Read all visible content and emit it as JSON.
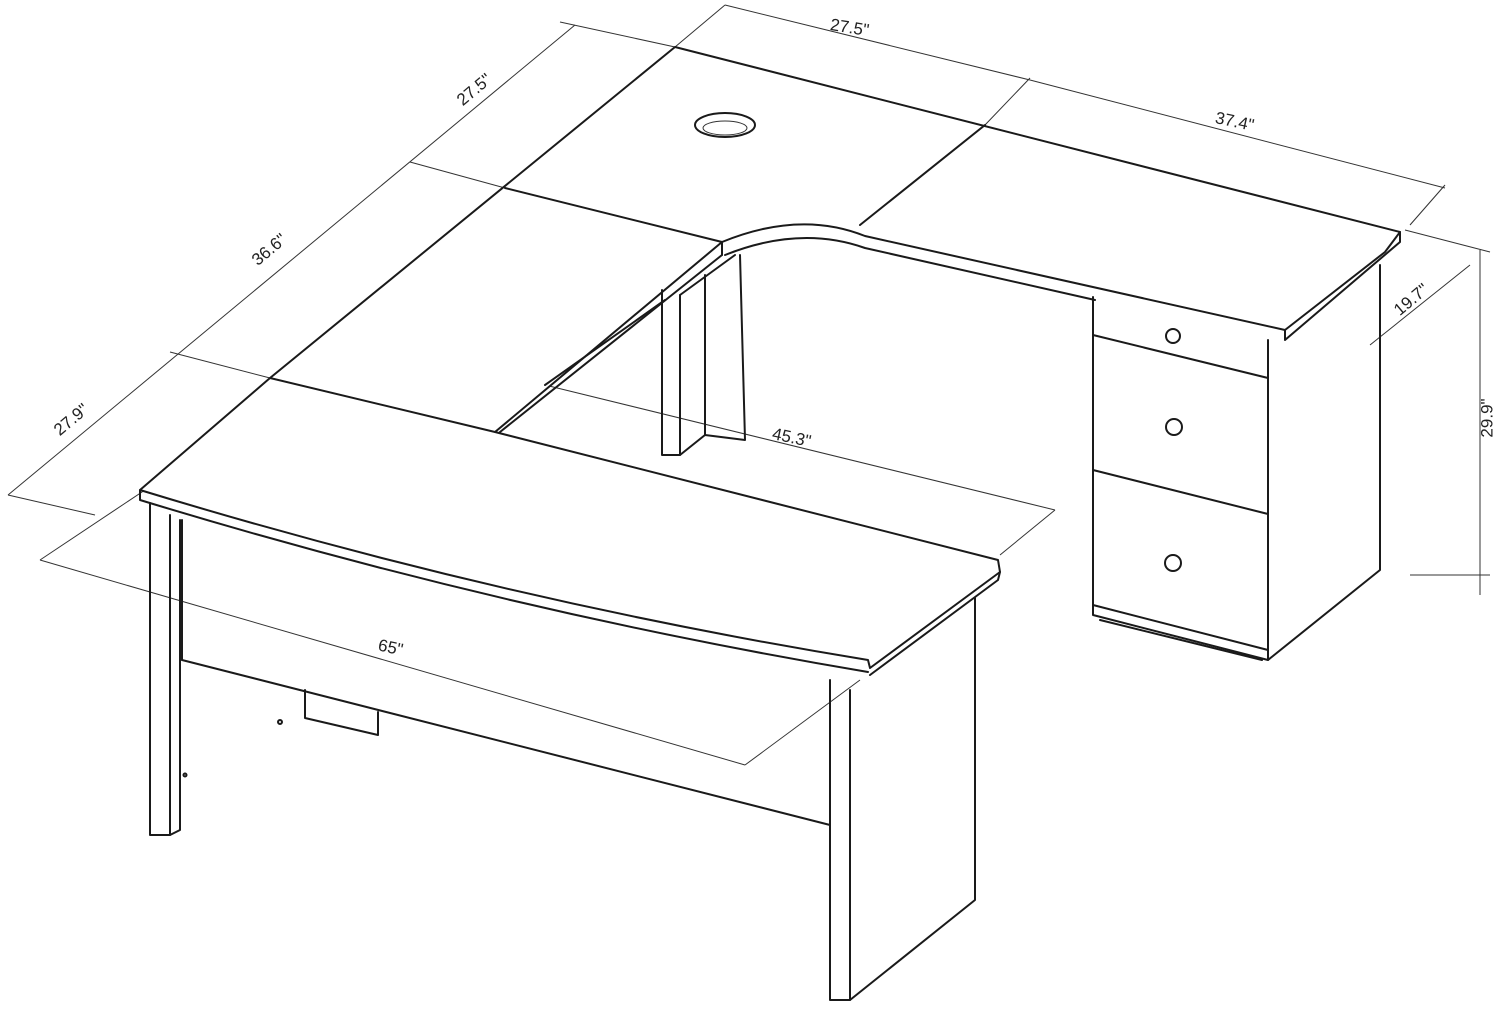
{
  "title": "L-shaped desk with pedestal dimensions",
  "dimensions": {
    "corner_depth": "27.5\"",
    "corner_width": "27.5\"",
    "return_length": "37.4\"",
    "left_return_length": "36.6\"",
    "return_depth": "19.7\"",
    "height": "29.9\"",
    "desk_depth": "27.9\"",
    "desk_inner_length": "45.3\"",
    "desk_width": "65\""
  }
}
